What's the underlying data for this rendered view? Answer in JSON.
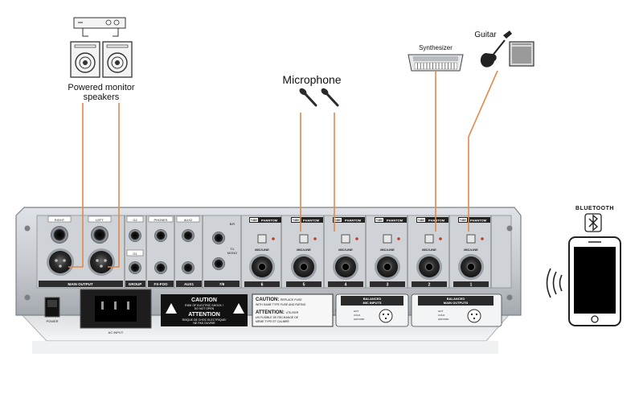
{
  "labels": {
    "speakers": [
      "Powered monitor",
      "speakers"
    ],
    "microphone": "Microphone",
    "synthesizer": "Synthesizer",
    "guitar": "Guitar",
    "bluetooth": "BLUETOOTH"
  },
  "mixer": {
    "output_labels": [
      "RIGHT",
      "LEFT",
      "G2",
      "G1",
      "PHONES",
      "AUX2",
      "B/R",
      "T/L",
      "MONO"
    ],
    "section_labels": [
      "MAIN OUTPUT",
      "GROUP",
      "FX-FOO",
      "AUX1",
      "7/8"
    ],
    "channel_numbers": [
      "6",
      "5",
      "4",
      "3",
      "2",
      "1"
    ],
    "phantom_label": "PHANTOM",
    "v48_label": "+48V",
    "mic_line_label": "MIC/LINE",
    "power_label": "POWER",
    "ac_input_label": "AC INPUT",
    "caution1": {
      "title": "CAUTION",
      "line1": "RISK OF ELECTRIC SHOCK !",
      "line2": "DO NOT OPEN",
      "title2": "ATTENTION",
      "line3": "RISQUE DE CHOC ELECTRIQUE/",
      "line4": "NE PAS OUVRIR"
    },
    "caution2": {
      "title": "CAUTION:",
      "text1": "REPLACE FUSE",
      "line1": "WITH SAME TYPE FUSE AND RATING",
      "title2": "ATTENTION:",
      "text2": "UTILISER",
      "line2": "UN FUSIBLE DE RECHANGE DE",
      "line3": "MEME TYPE ET CALIBRE"
    },
    "balanced_mic": [
      "BALANCED",
      "MIC INPUTS"
    ],
    "balanced_main": [
      "BALANCED",
      "MAIN OUTPUTS"
    ],
    "pin_labels": [
      "HOT",
      "COLD",
      "GROUND"
    ]
  },
  "colors": {
    "cable": "#e08a4a",
    "panel": "#c9cdd2",
    "panel_dark": "#8e9399",
    "jack": "#1c1c1c"
  }
}
